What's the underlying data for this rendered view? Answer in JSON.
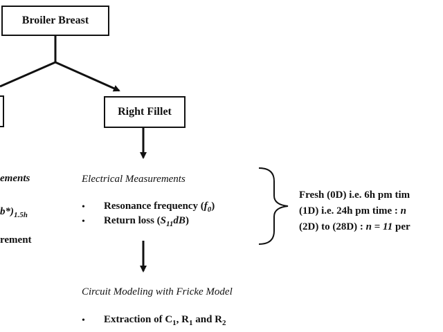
{
  "nodes": {
    "root": "Broiler Breast",
    "right": "Right Fillet"
  },
  "left_partial": {
    "heading_fragment": "ements",
    "formula_fragment": "b*)",
    "formula_subscript": "1.5h",
    "measurement_fragment": "rement"
  },
  "electrical": {
    "heading": "Electrical Measurements",
    "bullet_symbol": "•",
    "items": [
      {
        "label": "Resonance frequency (",
        "symbol": "f",
        "sub": "0",
        "close": ")"
      },
      {
        "label": "Return loss (",
        "symbol": "S",
        "sub": "11",
        "symbol2": "dB",
        "close": ")"
      }
    ]
  },
  "schedule": {
    "line1": "Fresh  (0D)  i.e.  6h  pm  tim",
    "line2_prefix": "(1D) i.e.  24h  pm  time : ",
    "line2_var": "n",
    "line3_prefix": "(2D) to (28D) : ",
    "line3_var": "n",
    "line3_eq": " = ",
    "line3_num": "11",
    "line3_suffix": " per"
  },
  "circuit": {
    "heading": "Circuit Modeling with Fricke Model",
    "bullet_symbol": "•",
    "item_prefix": "Extraction  of C",
    "item_sub1": "1",
    "item_mid1": ", R",
    "item_sub2": "1",
    "item_mid2": " and R",
    "item_sub3": "2"
  }
}
